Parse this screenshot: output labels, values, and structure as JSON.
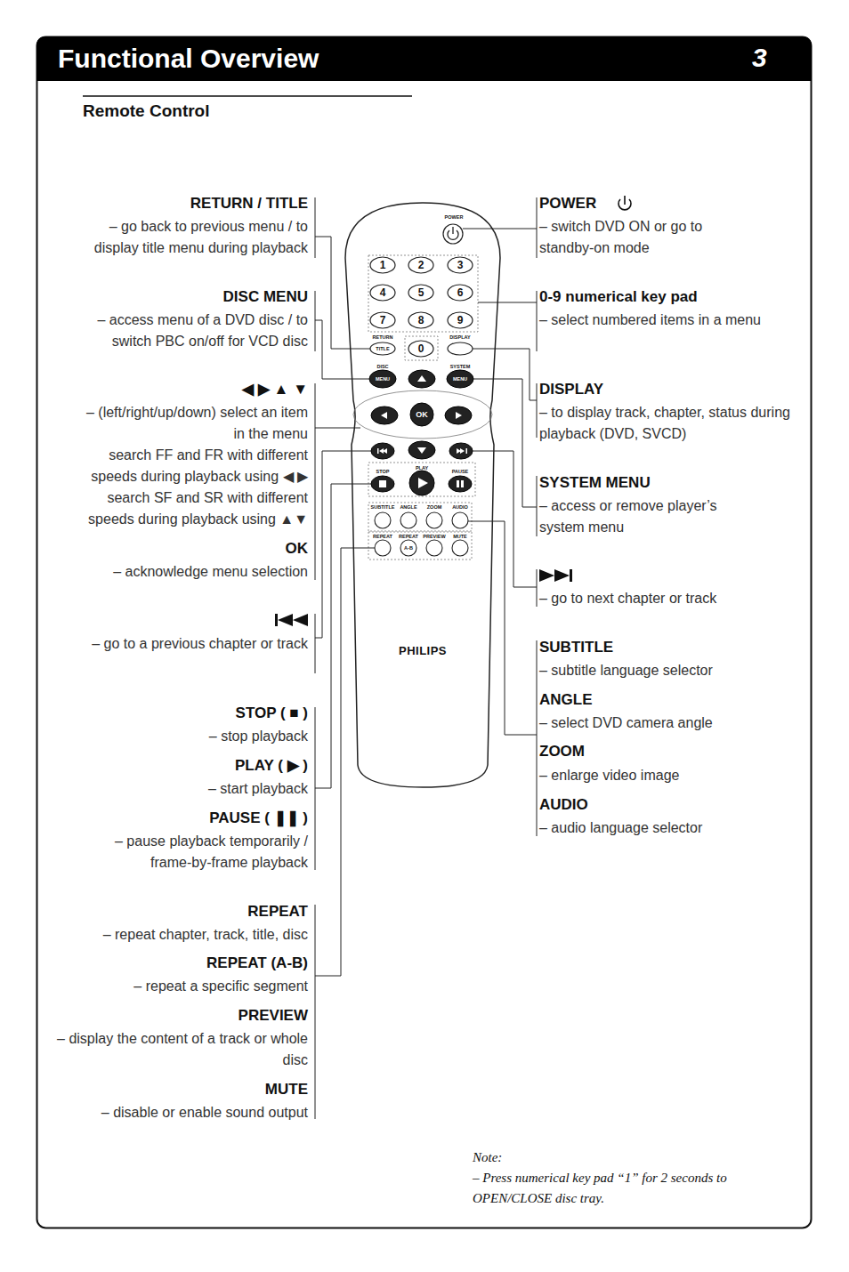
{
  "diagram": {
    "title": "Functional Overview",
    "labels": [
      "3",
      "Remote Control",
      "RETURN / TITLE",
      "– go back to previous menu / to display title menu during playback",
      "DISC MENU",
      "– access menu of a DVD disc / to switch PBC on/off for VCD disc",
      "◀ ▶ ▲ ▼",
      "– (left/right/up/down) select an item in the menu",
      "search FF and FR with different speeds during playback using ◀ ▶",
      "search SF and SR with different speeds during playback using ▲▼",
      "OK",
      "– acknowledge menu selection",
      "– go to a previous chapter or track",
      "STOP ( ■ )",
      "– stop playback",
      "PLAY ( ▶ )",
      "– start playback",
      "PAUSE ( ❚❚ )",
      "– pause playback temporarily / frame-by-frame playback",
      "REPEAT",
      "– repeat chapter, track, title, disc",
      "REPEAT (A-B)",
      "– repeat a specific segment",
      "PREVIEW",
      "– display the content of a track or whole disc",
      "MUTE",
      "– disable or enable sound output",
      "POWER",
      "– switch DVD ON or go to standby-on mode",
      "0-9 numerical key pad",
      "– select numbered items in a menu",
      "DISPLAY",
      "– to display track, chapter, status during playback (DVD, SVCD)",
      "SYSTEM MENU",
      "– access or remove player’s system menu",
      "– go to next chapter or track",
      "SUBTITLE",
      "– subtitle language selector",
      "ANGLE",
      "– select DVD camera angle",
      "ZOOM",
      "– enlarge video image",
      "AUDIO",
      "– audio language selector",
      "Note:",
      "– Press numerical key pad “1” for 2 seconds to OPEN/CLOSE disc tray.",
      "POWER",
      "1",
      "2",
      "3",
      "4",
      "5",
      "6",
      "7",
      "8",
      "9",
      "RETURN",
      "TITLE",
      "0",
      "DISPLAY",
      "DISC",
      "MENU",
      "SYSTEM",
      "MENU",
      "OK",
      "STOP",
      "PLAY",
      "PAUSE",
      "SUBTITLE",
      "ANGLE",
      "ZOOM",
      "AUDIO",
      "REPEAT",
      "REPEAT",
      "A-B",
      "PREVIEW",
      "MUTE",
      "PHILIPS"
    ]
  }
}
